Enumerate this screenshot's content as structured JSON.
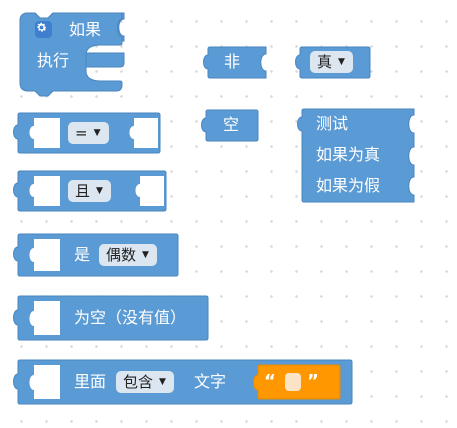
{
  "colors": {
    "logic_block": "#5b9bd5",
    "logic_block_stroke": "#4a86bf",
    "text_block": "#ff9800",
    "workspace_bg": "#ffffff"
  },
  "if_block": {
    "icon": "gear-icon",
    "label_if": "如果",
    "label_do": "执行"
  },
  "not_block": {
    "label": "非"
  },
  "boolean_block": {
    "value": "真"
  },
  "compare_block": {
    "operator": "="
  },
  "null_block": {
    "label": "空"
  },
  "ternary_block": {
    "label_test": "测试",
    "label_then": "如果为真",
    "label_else": "如果为假"
  },
  "operation_block": {
    "operator": "且"
  },
  "number_property_block": {
    "label": "是",
    "property": "偶数"
  },
  "is_empty_block": {
    "label": "为空（没有值）"
  },
  "text_contains_block": {
    "label_in": "里面",
    "mode": "包含",
    "label_text": "文字",
    "quote_open": "“",
    "quote_close": "”",
    "text_value": ""
  }
}
